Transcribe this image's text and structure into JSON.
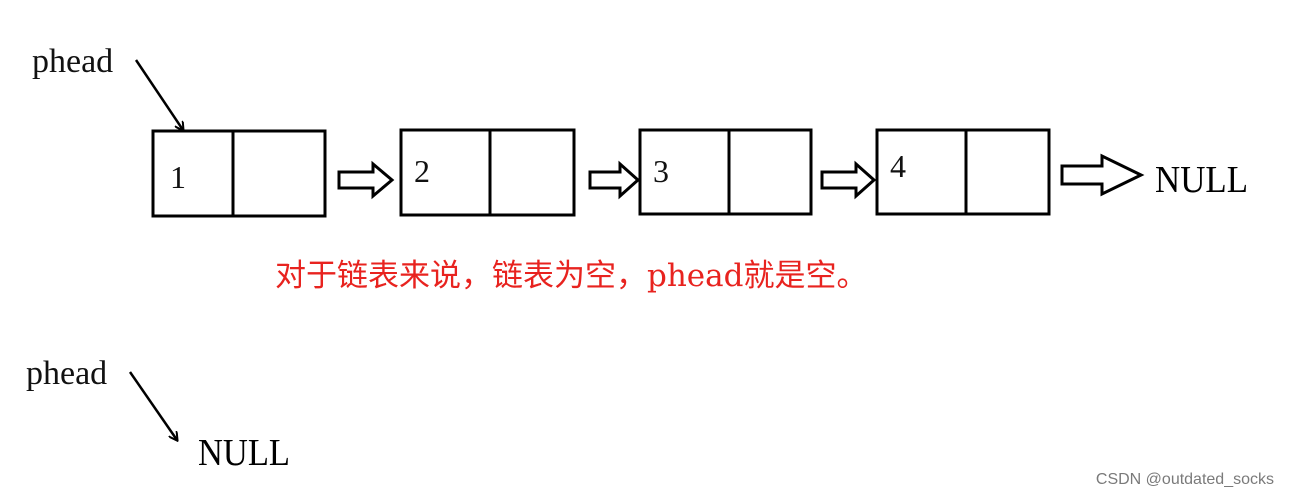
{
  "top_diagram": {
    "head_label": "phead",
    "nodes": [
      {
        "value": "1"
      },
      {
        "value": "2"
      },
      {
        "value": "3"
      },
      {
        "value": "4"
      }
    ],
    "tail_label": "NULL"
  },
  "caption": {
    "text": "对于链表来说，链表为空，phead就是空。",
    "color": "#e8231f"
  },
  "bottom_diagram": {
    "head_label": "phead",
    "null_label": "NULL"
  },
  "watermark": {
    "text": "CSDN @outdated_socks"
  }
}
